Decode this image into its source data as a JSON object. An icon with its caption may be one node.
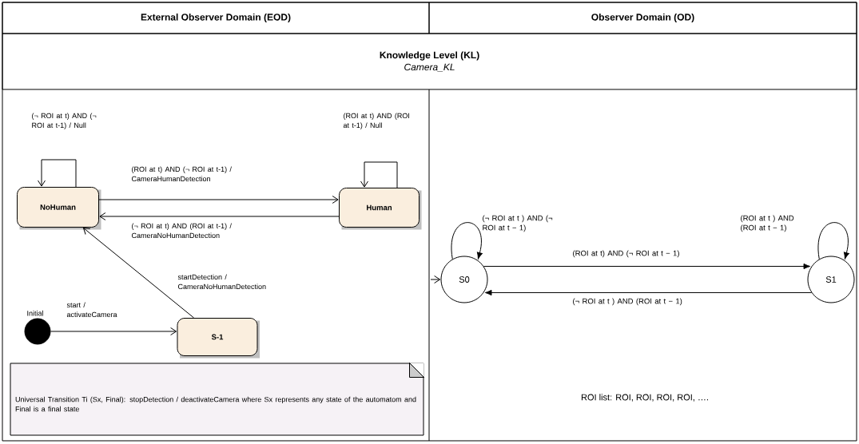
{
  "diagram": {
    "nodes": [
      {
        "text": [
          "External Observer Domain (EOD)"
        ]
      },
      {
        "text": [
          "Observer Domain (OD)"
        ]
      },
      {
        "text": [
          "Knowledge Level (KL)",
          "Camera_KL"
        ]
      },
      {
        "text": [
          "NoHuman"
        ]
      },
      {
        "text": [
          "Human"
        ]
      },
      {
        "text": [],
        "shape": "circle",
        "beside": [
          "Initial"
        ]
      },
      {
        "text": [
          "S-1"
        ]
      },
      {
        "text": [
          "Universal Transition Ti (Sx, Final): stopDetection / deactivateCamera where Sx represents any state of the automatom and Final is a final state"
        ]
      },
      {
        "text": [
          "S0"
        ]
      },
      {
        "text": [
          "S1"
        ]
      }
    ],
    "edges": [
      {
        "from": 3,
        "to": 3,
        "arrow": "to",
        "label": "(¬ ROI at t) AND (¬ ROI at t-1) / Null"
      },
      {
        "from": 4,
        "to": 4,
        "arrow": "to",
        "label": "(ROI at t) AND (ROI at t-1) / Null"
      },
      {
        "from": 3,
        "to": 4,
        "arrow": "to",
        "label": "(ROI at t) AND (¬ ROI at t-1) / CameraHumanDetection"
      },
      {
        "from": 4,
        "to": 3,
        "arrow": "to",
        "label": "(¬ ROI at t) AND (ROI at t-1) / CameraNoHumanDetection"
      },
      {
        "from": 6,
        "to": 3,
        "arrow": "to",
        "label": "startDetection / CameraNoHumanDetection"
      },
      {
        "from": 5,
        "to": 6,
        "arrow": "to",
        "label": "start / activateCamera"
      },
      {
        "from": 8,
        "to": 8,
        "arrow": "to",
        "label": "(¬ ROI at t ) AND (¬ ROI at t − 1)"
      },
      {
        "from": 9,
        "to": 9,
        "arrow": "to",
        "label": "(ROI at t ) AND (ROI at t − 1)"
      },
      {
        "from": 8,
        "to": 9,
        "arrow": "to",
        "label": "(ROI at t) AND (¬ ROI at t − 1)"
      },
      {
        "from": 9,
        "to": 8,
        "arrow": "to",
        "label": "(¬ ROI at t ) AND (ROI at t − 1)"
      },
      {
        "from": null,
        "to": 8,
        "arrow": "to"
      }
    ],
    "labels": [
      "ROI list: ROI, ROI, ROI, ROI, …."
    ]
  }
}
